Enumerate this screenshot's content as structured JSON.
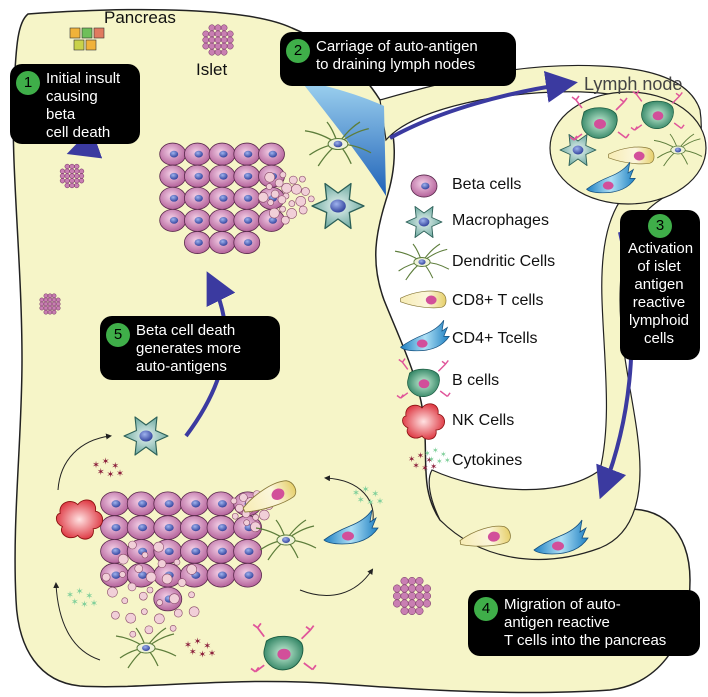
{
  "labels": {
    "pancreas": "Pancreas",
    "islet": "Islet",
    "lymph_node": "Lymph node"
  },
  "steps": [
    {
      "num": "1",
      "text": "Initial insult\ncausing beta\ncell death"
    },
    {
      "num": "2",
      "text": "Carriage of auto-antigen\nto draining lymph nodes"
    },
    {
      "num": "3",
      "text": "Activation\nof islet\nantigen\nreactive\nlymphoid\ncells"
    },
    {
      "num": "4",
      "text": "Migration of auto-\nantigen reactive\nT cells into the pancreas"
    },
    {
      "num": "5",
      "text": "Beta cell death\ngenerates more\nauto-antigens"
    }
  ],
  "legend": [
    {
      "label": "Beta cells",
      "icon": "beta-cell-icon"
    },
    {
      "label": "Macrophages",
      "icon": "macrophage-icon"
    },
    {
      "label": "Dendritic Cells",
      "icon": "dendritic-cell-icon"
    },
    {
      "label": "CD8+ T cells",
      "icon": "cd8-t-cell-icon"
    },
    {
      "label": "CD4+ Tcells",
      "icon": "cd4-t-cell-icon"
    },
    {
      "label": "B cells",
      "icon": "b-cell-icon"
    },
    {
      "label": "NK Cells",
      "icon": "nk-cell-icon"
    },
    {
      "label": "Cytokines",
      "icon": "cytokine-icon"
    }
  ],
  "colors": {
    "pancreas_fill": "#f6f5c8",
    "outline": "#222222",
    "arrow": "#3b3aa0",
    "beta_cell": "#c97fb2",
    "nucleus": "#4a5bb8",
    "macrophage": "#7fb9b0",
    "cd4": "#3aa6d8",
    "cd8": "#f2df88",
    "b_cell": "#3a9f7a",
    "nk_cell": "#e8323a",
    "cytokine_red": "#8a1d3a",
    "cytokine_green": "#7fcf9a",
    "lymph_blue": "#3a7fd0",
    "step_badge": "#3fae49"
  }
}
